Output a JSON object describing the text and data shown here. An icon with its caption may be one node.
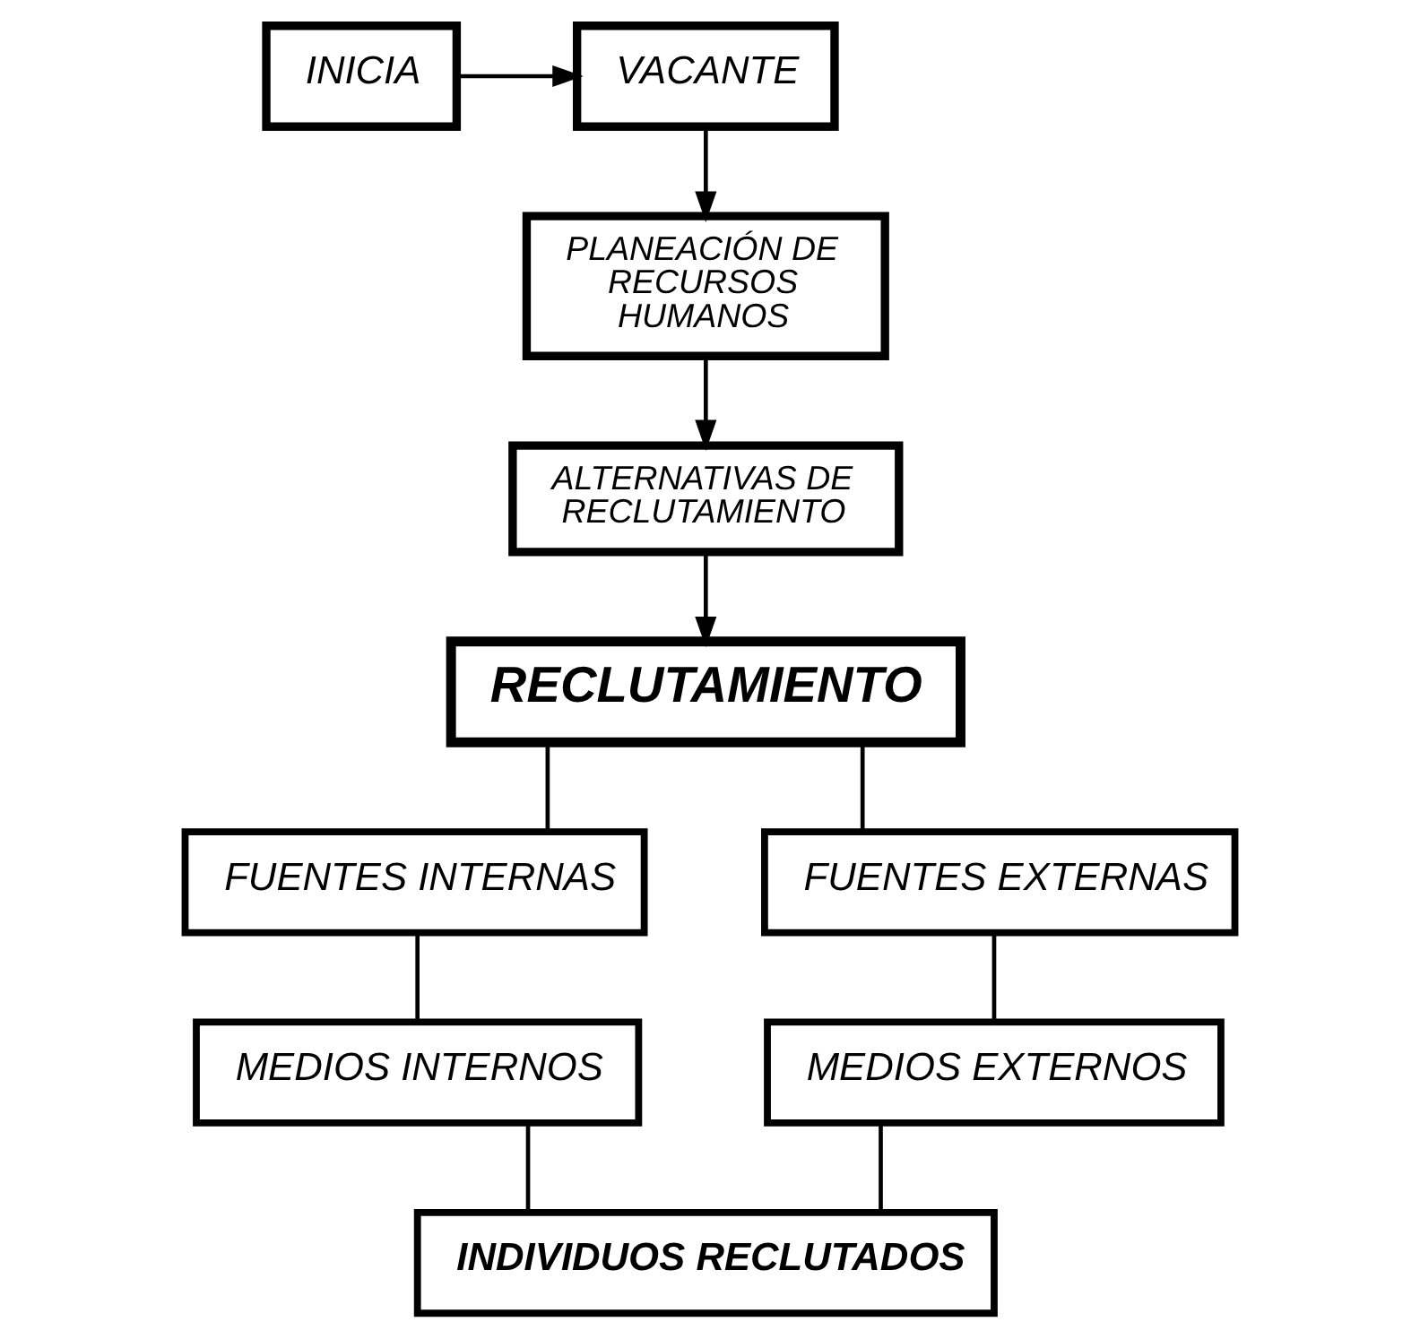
{
  "diagram": {
    "nodes": [
      {
        "text": [
          "INICIA"
        ]
      },
      {
        "text": [
          "VACANTE"
        ]
      },
      {
        "text": [
          "PLANEACIÓN DE RECURSOS HUMANOS"
        ]
      },
      {
        "text": [
          "ALTERNATIVAS DE RECLUTAMIENTO"
        ]
      },
      {
        "text": [
          "RECLUTAMIENTO"
        ]
      },
      {
        "text": [
          "FUENTES INTERNAS"
        ]
      },
      {
        "text": [
          "FUENTES EXTERNAS"
        ]
      },
      {
        "text": [
          "MEDIOS INTERNOS"
        ]
      },
      {
        "text": [
          "MEDIOS EXTERNOS"
        ]
      },
      {
        "text": [
          "INDIVIDUOS RECLUTADOS"
        ]
      }
    ],
    "edges": [
      {
        "from": 0,
        "to": 1,
        "arrow": "to"
      },
      {
        "from": 1,
        "to": 2,
        "arrow": "to"
      },
      {
        "from": 2,
        "to": 3,
        "arrow": "to"
      },
      {
        "from": 3,
        "to": 4,
        "arrow": "to"
      },
      {
        "from": 4,
        "to": 5,
        "arrow": "none"
      },
      {
        "from": 4,
        "to": 6,
        "arrow": "none"
      },
      {
        "from": 5,
        "to": 7,
        "arrow": "none"
      },
      {
        "from": 6,
        "to": 8,
        "arrow": "none"
      },
      {
        "from": 7,
        "to": 9,
        "arrow": "none"
      },
      {
        "from": 8,
        "to": 9,
        "arrow": "none"
      }
    ]
  }
}
